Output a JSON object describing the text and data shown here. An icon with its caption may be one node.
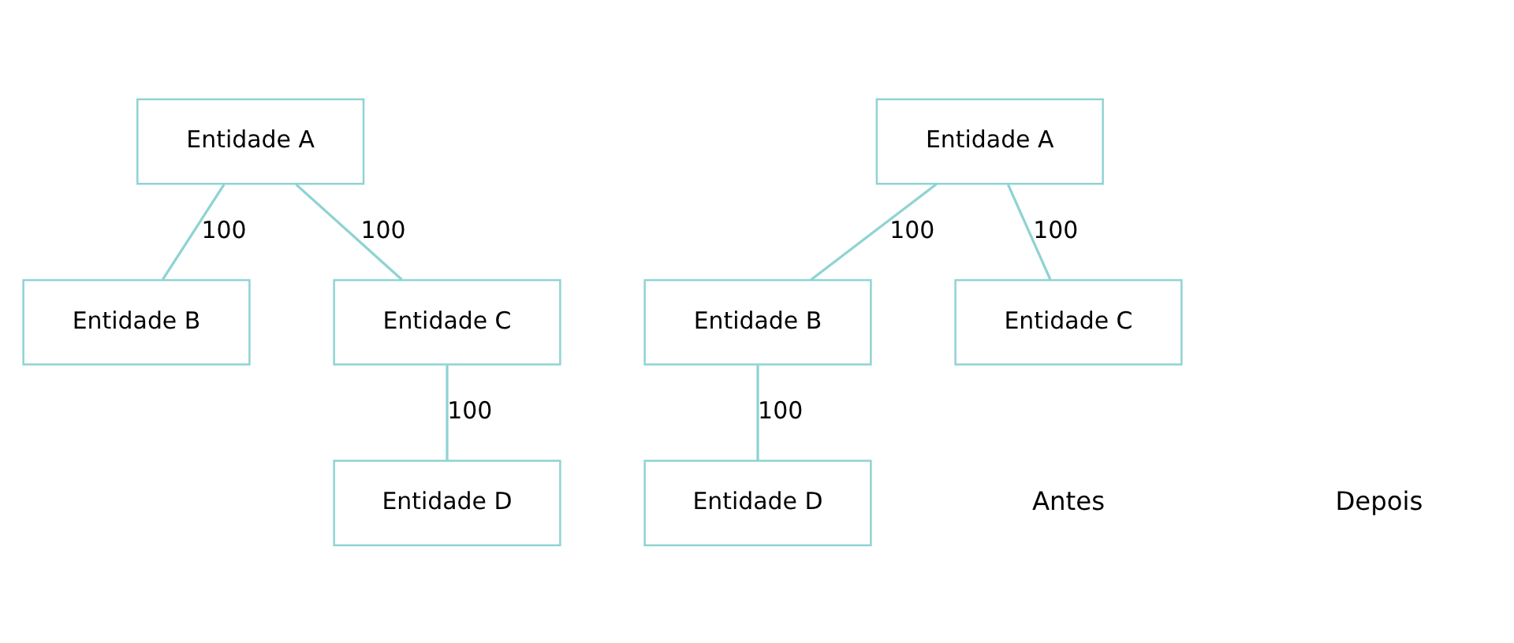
{
  "diagram": {
    "nodes": [
      {
        "text": [
          "Entidade A"
        ]
      },
      {
        "text": [
          "Entidade B"
        ]
      },
      {
        "text": [
          "Entidade C"
        ]
      },
      {
        "text": [
          "Entidade D"
        ]
      },
      {
        "text": [
          "Entidade A"
        ]
      },
      {
        "text": [
          "Entidade B"
        ]
      },
      {
        "text": [
          "Entidade C"
        ]
      },
      {
        "text": [
          "Entidade D"
        ]
      }
    ],
    "edges": [
      {
        "from": 0,
        "to": 1,
        "arrow": "none",
        "label": "100"
      },
      {
        "from": 0,
        "to": 2,
        "arrow": "none",
        "label": "100"
      },
      {
        "from": 2,
        "to": 3,
        "arrow": "none",
        "label": "100"
      },
      {
        "from": 4,
        "to": 5,
        "arrow": "none",
        "label": "100"
      },
      {
        "from": 4,
        "to": 6,
        "arrow": "none",
        "label": "100"
      },
      {
        "from": 5,
        "to": 7,
        "arrow": "none",
        "label": "100"
      }
    ],
    "labels": [
      "Antes",
      "Depois"
    ]
  }
}
